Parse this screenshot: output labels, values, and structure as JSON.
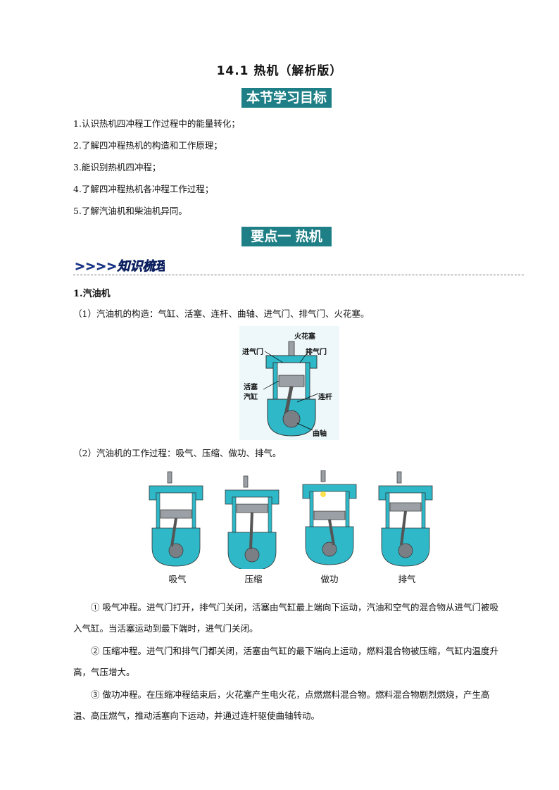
{
  "title": "14.1   热机（解析版）",
  "banner_goals": "本节学习目标",
  "goals": [
    "1.认识热机四冲程工作过程中的能量转化；",
    "2.了解四冲程热机的构造和工作原理；",
    "3.能识别热机四冲程；",
    "4.了解四冲程热机各冲程工作过程；",
    "5.了解汽油机和柴油机异同。"
  ],
  "banner_point1": "要点一    热机",
  "knowledge_label": ">>>>知识梳理",
  "section1_heading": "1.汽油机",
  "construction_text": "（1）汽油机的构造：气缸、活塞、连杆、曲轴、进气门、排气门、火花塞。",
  "diagram_labels": {
    "spark": "火花塞",
    "intake": "进气门",
    "exhaust": "排气门",
    "piston": "活塞",
    "cylinder": "汽缸",
    "rod": "连杆",
    "crank": "曲轴"
  },
  "process_text": "（2）汽油机的工作过程：吸气、压缩、做功、排气。",
  "stroke_captions": [
    "吸气",
    "压缩",
    "做功",
    "排气"
  ],
  "paragraphs": [
    "①   吸气冲程。进气门打开，排气门关闭，活塞由气缸最上端向下运动，汽油和空气的混合物从进气门被吸入气缸。当活塞运动到最下端时，进气门关闭。",
    "②   压缩冲程。进气门和排气门都关闭，活塞由气缸的最下端向上运动，燃料混合物被压缩，气缸内温度升高，气压增大。",
    "③   做功冲程。在压缩冲程结束后，火花塞产生电火花，点燃燃料混合物。燃料混合物剧烈燃烧，产生高温、高压燃气，推动活塞向下运动，并通过连杆驱使曲轴转动。"
  ],
  "colors": {
    "banner": "#1f7f86",
    "coolant": "#2fb8c8",
    "metal": "#9aa0a6",
    "knowledge": "#1a3c9e"
  }
}
